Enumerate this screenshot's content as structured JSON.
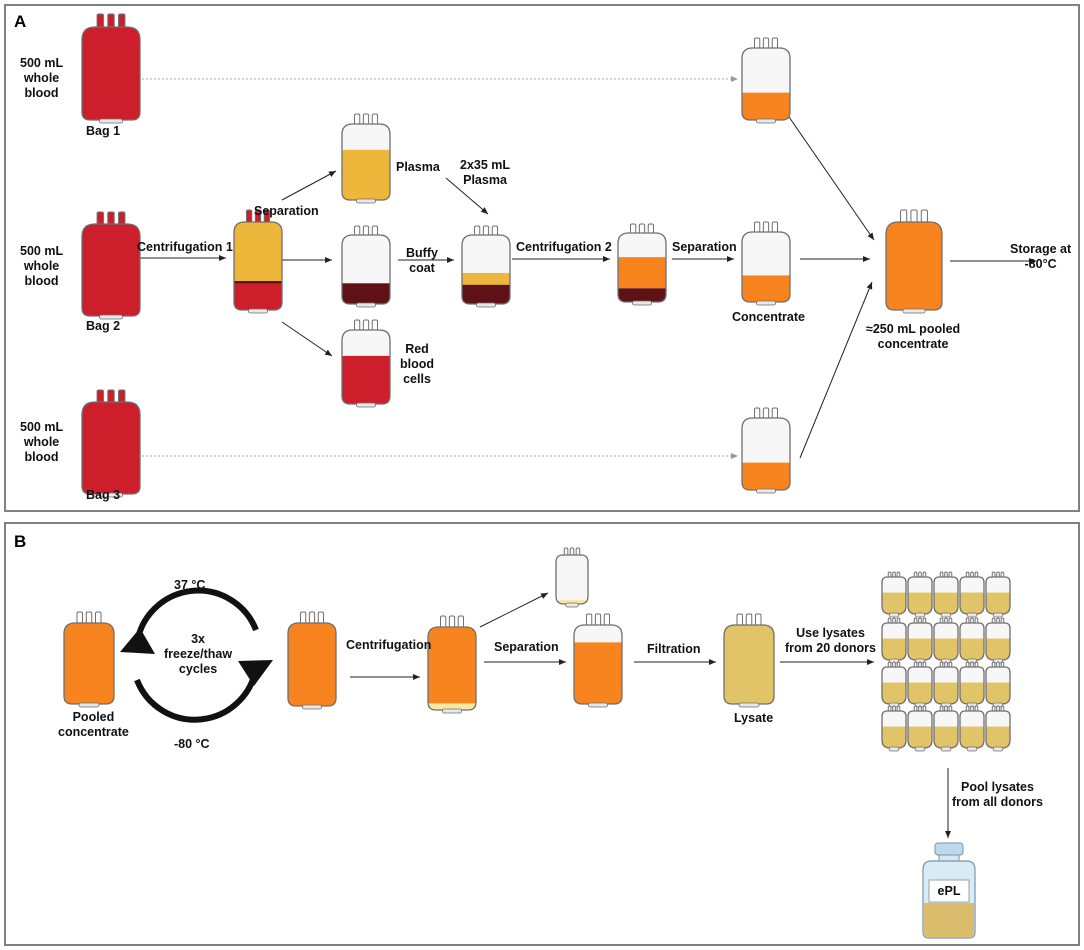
{
  "panels": {
    "a_label": "A",
    "b_label": "B"
  },
  "panel_a": {
    "bag1_volume": "500 mL\nwhole\nblood",
    "bag1_name": "Bag 1",
    "bag2_volume": "500 mL\nwhole\nblood",
    "bag2_name": "Bag 2",
    "bag3_volume": "500 mL\nwhole\nblood",
    "bag3_name": "Bag 3",
    "centrifugation_1": "Centrifugation 1",
    "separation_1": "Separation",
    "plasma": "Plasma",
    "plasma_add": "2x35 mL\nPlasma",
    "buffy_coat": "Buffy\ncoat",
    "red_blood_cells": "Red\nblood\ncells",
    "centrifugation_2": "Centrifugation 2",
    "separation_2": "Separation",
    "concentrate": "Concentrate",
    "pooled": "≈250 mL pooled\nconcentrate",
    "storage": "Storage at\n-80°C"
  },
  "panel_b": {
    "pooled_concentrate": "Pooled\nconcentrate",
    "temp_warm": "37 °C",
    "cycles": "3x\nfreeze/thaw\ncycles",
    "temp_cold": "-80 °C",
    "centrifugation": "Centrifugation",
    "separation": "Separation",
    "filtration": "Filtration",
    "lysate": "Lysate",
    "use_lysates": "Use lysates\nfrom 20 donors",
    "pool_lysates": "Pool lysates\nfrom all donors",
    "bottle_label": "ePL"
  },
  "colors": {
    "blood_red": "#cc1f2b",
    "plasma_yellow": "#ecb73a",
    "buffy_brown": "#5e1216",
    "concentrate_orange": "#f7841e",
    "lysate_yellow": "#e2c468",
    "pale_yellow": "#f6e7a4",
    "bag_outline": "#6f6f6f",
    "panel_border": "#808080"
  }
}
